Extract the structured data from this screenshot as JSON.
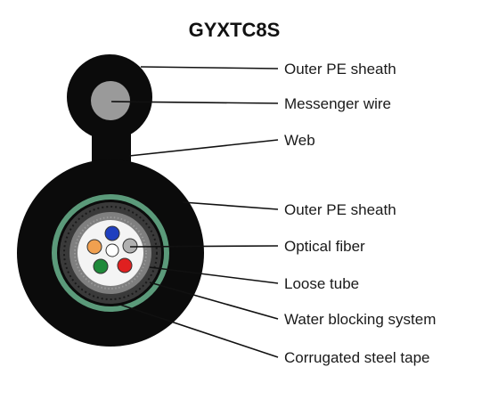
{
  "title": "GYXTC8S",
  "labels": [
    "Outer PE sheath",
    "Messenger wire",
    "Web",
    "Outer PE sheath",
    "Optical fiber",
    "Loose tube",
    "Water blocking system",
    "Corrugated steel tape"
  ],
  "colors": {
    "sheath": "#0b0b0b",
    "messenger_wire": "#9a9a9a",
    "steel_tape_green": "#5b9a7a",
    "loose_tube": "#7f7f7f",
    "fiber_blue": "#1f3fbf",
    "fiber_orange": "#f0a050",
    "fiber_green": "#1f8a3a",
    "fiber_red": "#e02020",
    "fiber_grey": "#b0b0b0",
    "fiber_white": "#ffffff"
  }
}
